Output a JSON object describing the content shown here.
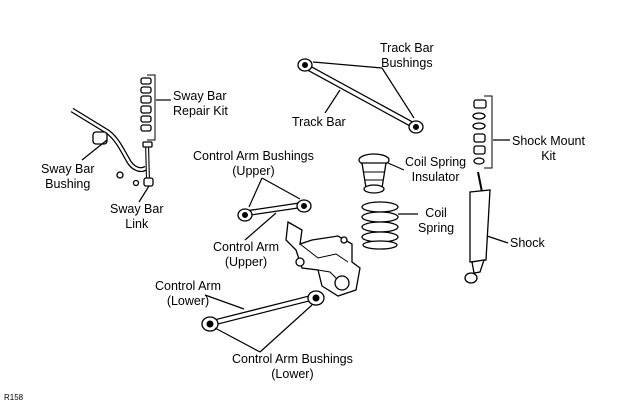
{
  "figure_ref": "R158",
  "labels": {
    "sway_bar_repair_kit": "Sway Bar\nRepair Kit",
    "sway_bar_bushing": "Sway Bar\nBushing",
    "sway_bar_link": "Sway Bar\nLink",
    "track_bar_bushings": "Track Bar\nBushings",
    "track_bar": "Track Bar",
    "control_arm_bushings_upper": "Control Arm Bushings\n(Upper)",
    "control_arm_upper": "Control Arm\n(Upper)",
    "coil_spring_insulator": "Coil Spring\nInsulator",
    "coil_spring": "Coil\nSpring",
    "shock_mount_kit": "Shock Mount\nKit",
    "shock": "Shock",
    "control_arm_lower": "Control Arm\n(Lower)",
    "control_arm_bushings_lower": "Control Arm Bushings\n(Lower)"
  }
}
